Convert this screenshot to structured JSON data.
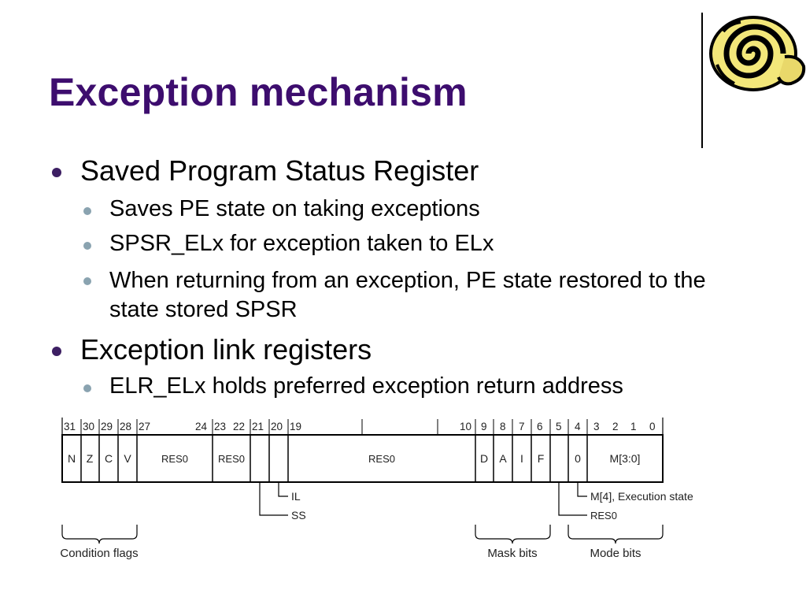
{
  "slide": {
    "title": "Exception mechanism",
    "bullets": [
      {
        "text": "Saved Program Status Register",
        "children": [
          "Saves PE state on taking exceptions",
          "SPSR_ELx for exception taken to ELx",
          "When returning from an exception, PE state restored to the state stored SPSR"
        ]
      },
      {
        "text": "Exception link registers",
        "children": [
          "ELR_ELx holds preferred exception return address"
        ]
      }
    ]
  },
  "register": {
    "bit_numbers": [
      "31",
      "30",
      "29",
      "28",
      "27",
      "24",
      "23",
      "22",
      "21",
      "20",
      "19",
      "10",
      "9",
      "8",
      "7",
      "6",
      "5",
      "4",
      "3",
      "2",
      "1",
      "0"
    ],
    "fields": [
      "N",
      "Z",
      "C",
      "V",
      "RES0",
      "RES0",
      "",
      "",
      "RES0",
      "D",
      "A",
      "I",
      "F",
      "",
      "0",
      "M[3:0]"
    ],
    "annotations": {
      "il": "IL",
      "ss": "SS",
      "m4": "M[4], Execution state",
      "res0": "RES0"
    },
    "groups": {
      "condition": "Condition flags",
      "mask": "Mask bits",
      "mode": "Mode bits"
    }
  }
}
